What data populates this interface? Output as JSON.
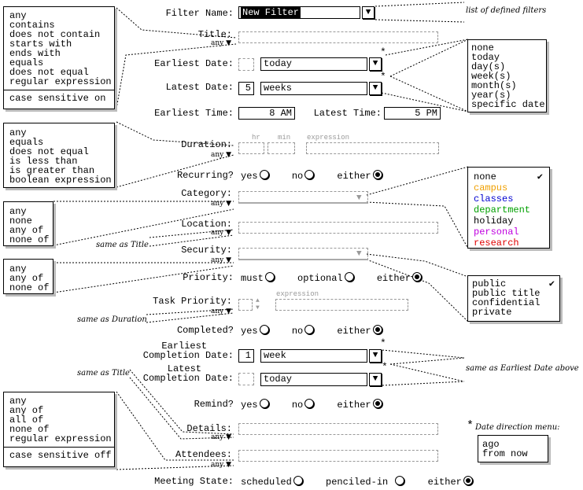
{
  "form": {
    "filter_name": {
      "label": "Filter Name:",
      "value": "New Filter"
    },
    "title": {
      "label": "Title:",
      "op": "any"
    },
    "earliest_date": {
      "label": "Earliest Date:",
      "count": "",
      "unit": "today"
    },
    "latest_date": {
      "label": "Latest Date:",
      "count": "5",
      "unit": "weeks"
    },
    "earliest_time": {
      "label": "Earliest Time:",
      "value": "8 AM"
    },
    "latest_time": {
      "label": "Latest Time:",
      "value": "5 PM"
    },
    "duration": {
      "label": "Duration:",
      "op": "any",
      "hr_hint": "hr",
      "min_hint": "min",
      "expr_hint": "expression"
    },
    "recurring": {
      "label": "Recurring?",
      "options": [
        "yes",
        "no",
        "either"
      ],
      "selected": "either"
    },
    "category": {
      "label": "Category:",
      "op": "any"
    },
    "location": {
      "label": "Location:",
      "op": "any"
    },
    "security": {
      "label": "Security:",
      "op": "any"
    },
    "priority": {
      "label": "Priority:",
      "options": [
        "must",
        "optional",
        "either"
      ],
      "selected": "either"
    },
    "task_priority": {
      "label": "Task Priority:",
      "op": "any",
      "expr_hint": "expression"
    },
    "completed": {
      "label": "Completed?",
      "options": [
        "yes",
        "no",
        "either"
      ],
      "selected": "either"
    },
    "earliest_completion": {
      "label_line1": "Earliest",
      "label_line2": "Completion Date:",
      "count": "1",
      "unit": "week"
    },
    "latest_completion": {
      "label_line1": "Latest",
      "label_line2": "Completion Date:",
      "count": "",
      "unit": "today"
    },
    "remind": {
      "label": "Remind?",
      "options": [
        "yes",
        "no",
        "either"
      ],
      "selected": "either"
    },
    "details": {
      "label": "Details:",
      "op": "any"
    },
    "attendees": {
      "label": "Attendees:",
      "op": "any"
    },
    "meeting_state": {
      "label": "Meeting State:",
      "options": [
        "scheduled",
        "penciled-in",
        "either"
      ],
      "selected": "either"
    }
  },
  "menus": {
    "text_ops": {
      "items": [
        "any",
        "contains",
        "does not contain",
        "starts with",
        "ends with",
        "equals",
        "does not equal",
        "regular expression"
      ],
      "footer": "case sensitive on"
    },
    "duration_ops": {
      "items": [
        "any",
        "equals",
        "does not equal",
        "is less than",
        "is greater than",
        "boolean expression"
      ]
    },
    "category_ops": {
      "items": [
        "any",
        "none",
        "any of",
        "none of"
      ]
    },
    "security_ops": {
      "items": [
        "any",
        "any of",
        "none of"
      ]
    },
    "list_ops": {
      "items": [
        "any",
        "any of",
        "all of",
        "none of",
        "regular expression"
      ],
      "footer": "case sensitive off"
    },
    "date_units": {
      "items": [
        "none",
        "today",
        "day(s)",
        "week(s)",
        "month(s)",
        "year(s)",
        "specific date"
      ]
    },
    "categories": {
      "items": [
        {
          "label": "none",
          "color": "#000000",
          "checked": true
        },
        {
          "label": "campus",
          "color": "#f0a000",
          "checked": false
        },
        {
          "label": "classes",
          "color": "#0000d0",
          "checked": false
        },
        {
          "label": "department",
          "color": "#00a000",
          "checked": false
        },
        {
          "label": "holiday",
          "color": "#000000",
          "checked": false
        },
        {
          "label": "personal",
          "color": "#c000e0",
          "checked": false
        },
        {
          "label": "research",
          "color": "#e00000",
          "checked": false
        }
      ]
    },
    "security_levels": {
      "items": [
        {
          "label": "public",
          "checked": true
        },
        {
          "label": "public title",
          "checked": false
        },
        {
          "label": "confidential",
          "checked": false
        },
        {
          "label": "private",
          "checked": false
        }
      ]
    },
    "date_direction": {
      "title": "Date direction menu:",
      "items": [
        "ago",
        "from now"
      ]
    }
  },
  "notes": {
    "defined_filters": "list of defined filters",
    "same_as_title_1": "same as Title",
    "same_as_duration": "same as Duration",
    "same_as_earliest_date": "same as Earliest Date above",
    "same_as_title_2": "same as Title",
    "star": "*",
    "checkmark": "✔",
    "dropdown_arrow": "▼"
  }
}
